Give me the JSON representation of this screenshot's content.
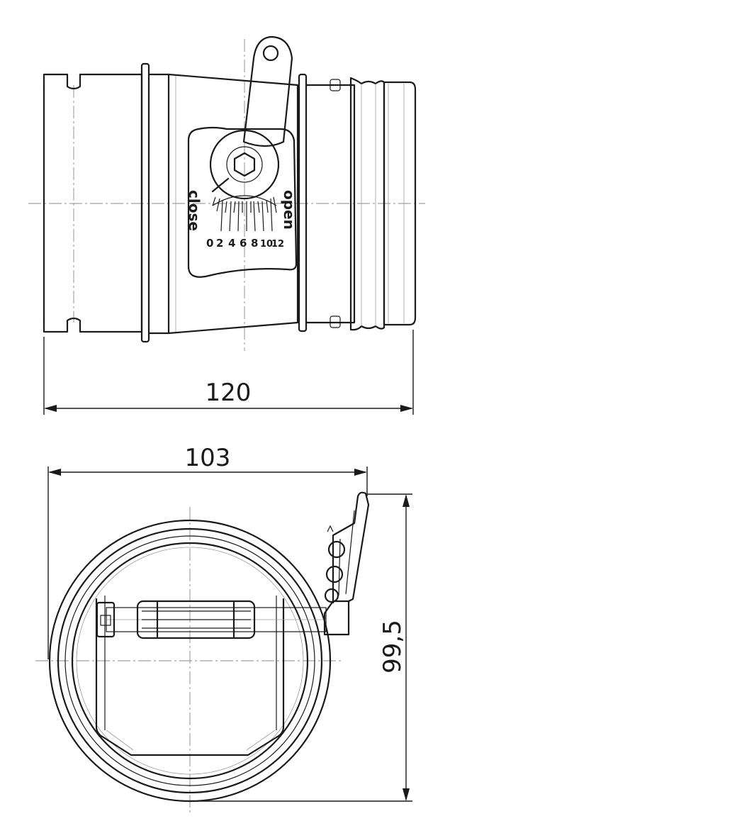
{
  "side_view": {
    "length_dimension": "120",
    "label_close": "close",
    "label_open": "open",
    "scale_marks": [
      "0",
      "2",
      "4",
      "6",
      "8",
      "10",
      "12"
    ]
  },
  "front_view": {
    "width_dimension": "103",
    "height_dimension": "99,5"
  }
}
